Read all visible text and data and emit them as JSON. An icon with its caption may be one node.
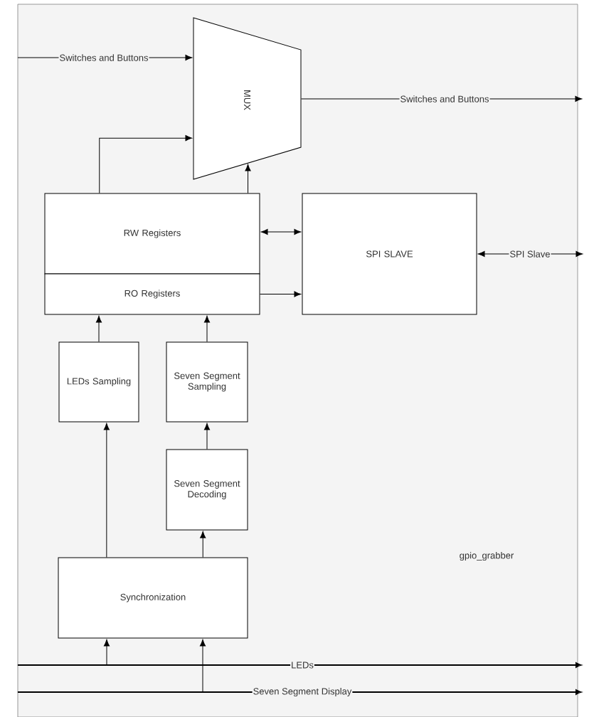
{
  "diagram": {
    "nodes": [
      {
        "text": [
          "gpio_grabber"
        ]
      },
      {
        "text": [
          "MUX"
        ],
        "in": 0
      },
      {
        "text": [
          "RW Registers"
        ],
        "in": 0
      },
      {
        "text": [
          "RO Registers"
        ],
        "in": 0
      },
      {
        "text": [
          "SPI SLAVE"
        ],
        "in": 0
      },
      {
        "text": [
          "LEDs Sampling"
        ],
        "in": 0
      },
      {
        "text": [
          "Seven Segment Sampling"
        ],
        "in": 0
      },
      {
        "text": [
          "Seven Segment Decoding"
        ],
        "in": 0
      },
      {
        "text": [
          "Synchronization"
        ],
        "in": 0
      }
    ],
    "edges": [
      {
        "from": null,
        "to": 1,
        "arrow": "to",
        "label": "Switches and Buttons"
      },
      {
        "from": 1,
        "to": null,
        "arrow": "to",
        "label": "Switches and Buttons"
      },
      {
        "from": 2,
        "to": 1,
        "arrow": "to"
      },
      {
        "from": 2,
        "to": 1,
        "arrow": "to"
      },
      {
        "from": 2,
        "to": 4,
        "arrow": "both"
      },
      {
        "from": 3,
        "to": 4,
        "arrow": "to"
      },
      {
        "from": 4,
        "to": null,
        "arrow": "both",
        "label": "SPI Slave"
      },
      {
        "from": 5,
        "to": 3,
        "arrow": "to"
      },
      {
        "from": 6,
        "to": 3,
        "arrow": "to"
      },
      {
        "from": 7,
        "to": 6,
        "arrow": "to"
      },
      {
        "from": 8,
        "to": 5,
        "arrow": "to"
      },
      {
        "from": 8,
        "to": 7,
        "arrow": "to"
      },
      {
        "from": null,
        "to": 8,
        "arrow": "to"
      },
      {
        "from": null,
        "to": 8,
        "arrow": "to"
      }
    ],
    "labels": [
      "LEDs",
      "Seven Segment Display"
    ]
  }
}
